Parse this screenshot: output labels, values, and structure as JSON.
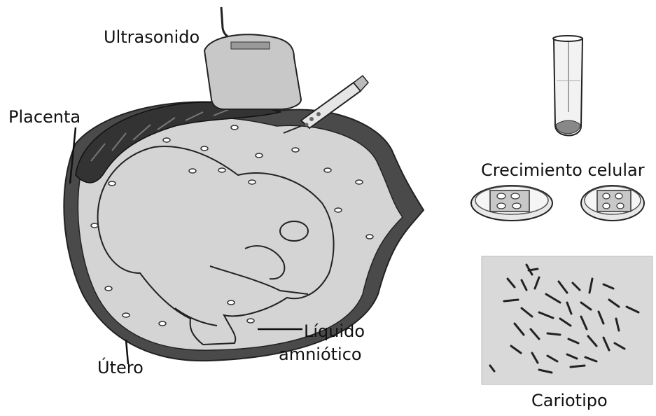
{
  "labels": {
    "ultrasound": "Ultrasonido",
    "placenta": "Placenta",
    "uterus": "Útero",
    "amniotic_line1": "Líquido",
    "amniotic_line2": "amniótico",
    "cell_growth": "Crecimiento celular",
    "karyotype": "Cariotipo"
  },
  "colors": {
    "fluid": "#d4d4d4",
    "wall": "#4a4a4a",
    "placenta": "#3a3a3a",
    "outline": "#222222",
    "karyotype_bg": "#d9d9d9"
  }
}
